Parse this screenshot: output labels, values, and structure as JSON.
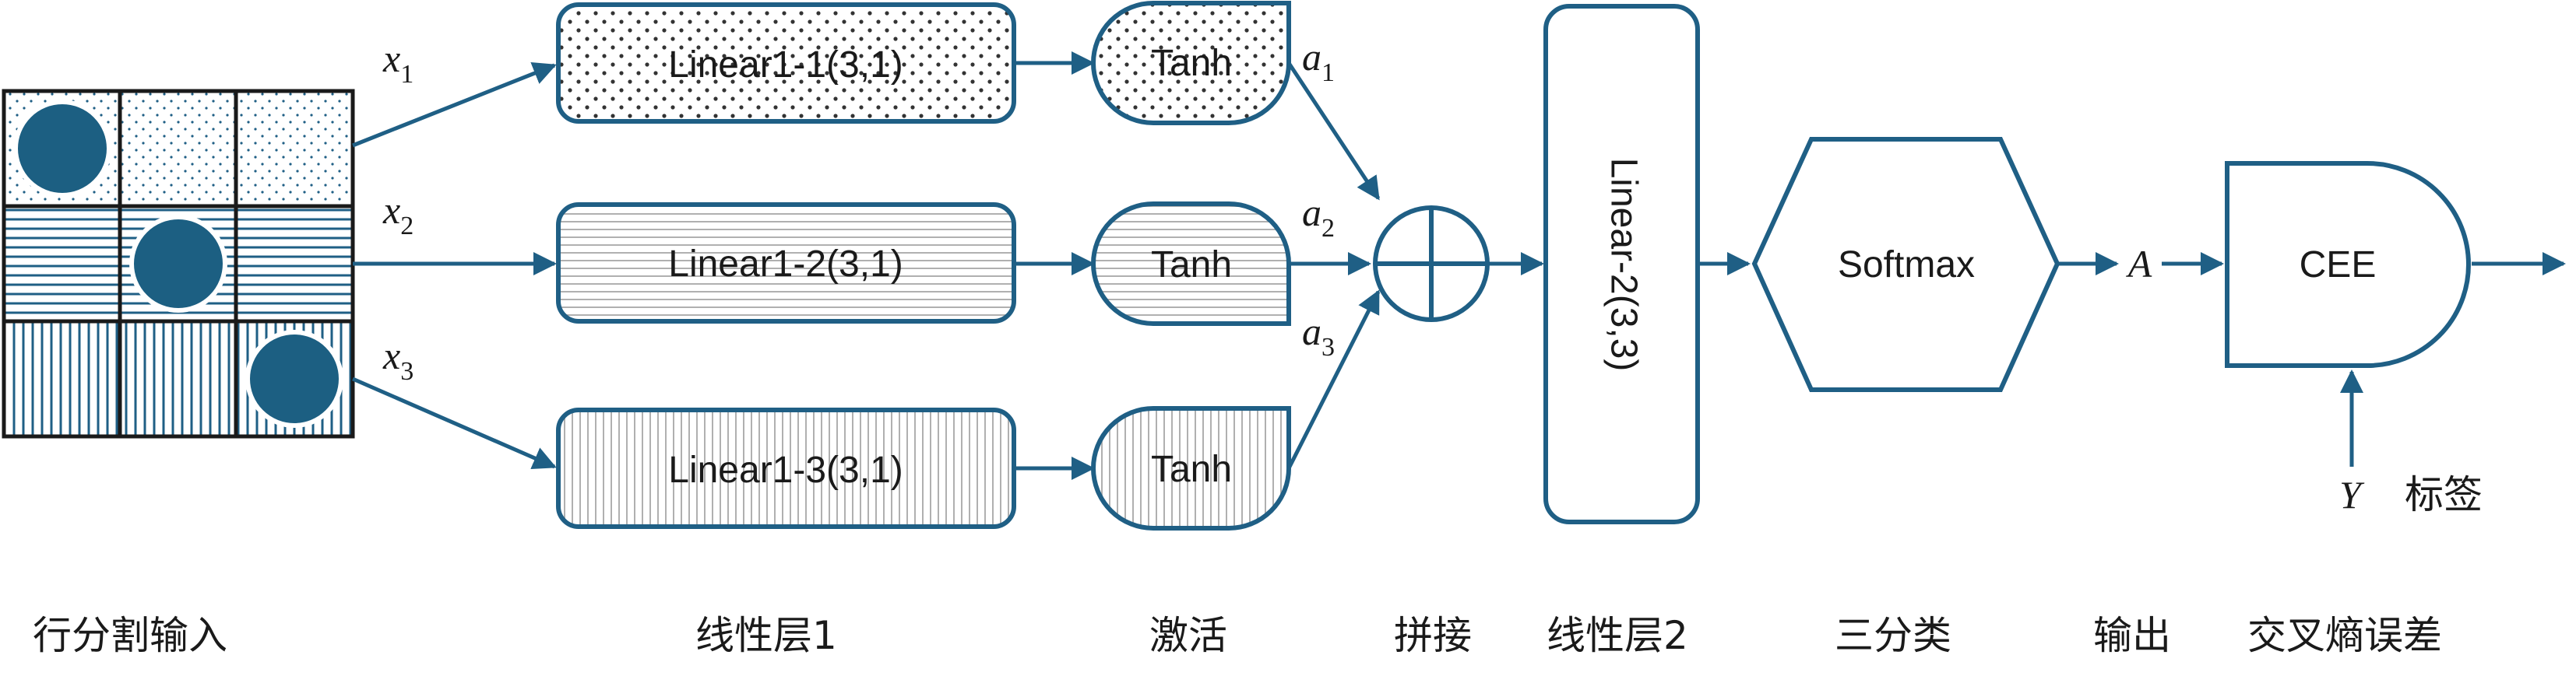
{
  "colors": {
    "stroke": "#1f5f85",
    "fill": "#ececec",
    "circle": "#1c5f82",
    "grid": "#1a1a1a",
    "text": "#1a1a1a"
  },
  "inputs": [
    {
      "var": "x",
      "sub": "1"
    },
    {
      "var": "x",
      "sub": "2"
    },
    {
      "var": "x",
      "sub": "3"
    }
  ],
  "linear1": [
    "Linear1-1(3,1)",
    "Linear1-2(3,1)",
    "Linear1-3(3,1)"
  ],
  "activation_label": "Tanh",
  "activations": [
    {
      "var": "a",
      "sub": "1"
    },
    {
      "var": "a",
      "sub": "2"
    },
    {
      "var": "a",
      "sub": "3"
    }
  ],
  "linear2": "Linear-2(3,3)",
  "softmax": "Softmax",
  "output_var": "A",
  "cee": "CEE",
  "label_var": "Y",
  "label_text": "标签",
  "captions": {
    "input": "行分割输入",
    "linear1": "线性层1",
    "activation": "激活",
    "concat": "拼接",
    "linear2": "线性层2",
    "classify": "三分类",
    "output": "输出",
    "loss": "交叉熵误差"
  }
}
